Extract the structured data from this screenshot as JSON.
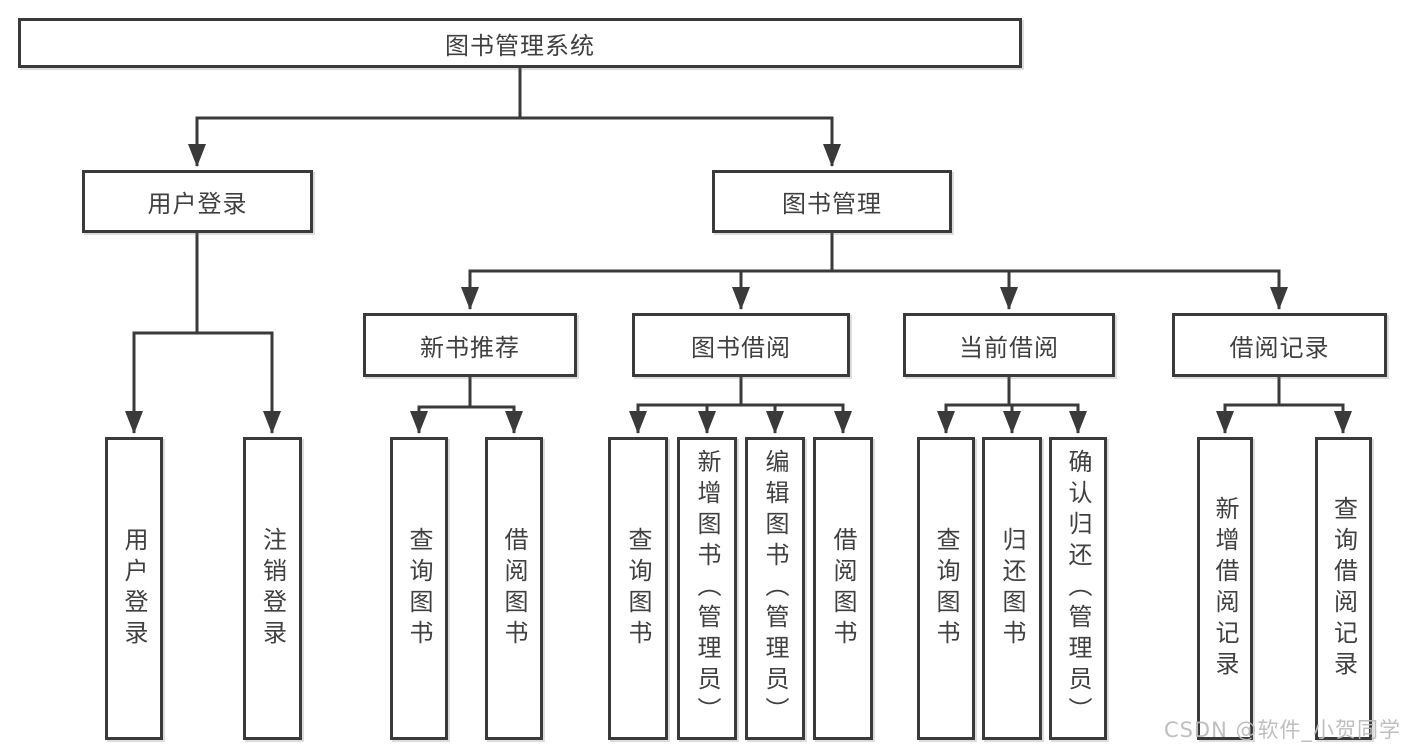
{
  "nodes": {
    "root": {
      "label": "图书管理系统"
    },
    "user_login": {
      "label": "用户登录",
      "children": [
        {
          "label": "用户登录"
        },
        {
          "label": "注销登录"
        }
      ]
    },
    "book_management": {
      "label": "图书管理",
      "sections": {
        "new_books": {
          "label": "新书推荐",
          "children": [
            {
              "label": "查询图书"
            },
            {
              "label": "借阅图书"
            }
          ]
        },
        "book_borrowing": {
          "label": "图书借阅",
          "children": [
            {
              "label": "查询图书"
            },
            {
              "label": "新增图书（管理员）"
            },
            {
              "label": "编辑图书（管理员）"
            },
            {
              "label": "借阅图书"
            }
          ]
        },
        "current_borrowing": {
          "label": "当前借阅",
          "children": [
            {
              "label": "查询图书"
            },
            {
              "label": "归还图书"
            },
            {
              "label": "确认归还（管理员）"
            }
          ]
        },
        "borrowing_records": {
          "label": "借阅记录",
          "children": [
            {
              "label": "新增借阅记录"
            },
            {
              "label": "查询借阅记录"
            }
          ]
        }
      }
    }
  },
  "watermark": {
    "text": "CSDN @软件_小贺同学"
  },
  "colors": {
    "line": "#3a3a3a",
    "box_border": "#3a3a3a",
    "box_background": "#ffffff",
    "text": "#404040",
    "watermark": "#bababa"
  }
}
